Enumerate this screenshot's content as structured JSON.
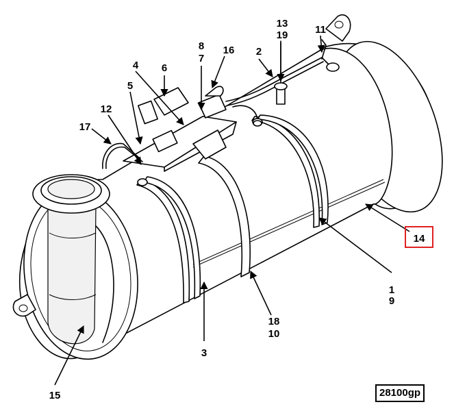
{
  "figure": {
    "reference_code": "28100gp",
    "highlighted_callout": "14",
    "highlight_color": "#e02020",
    "callouts": [
      {
        "id": "c1-9",
        "lines": [
          "1",
          "9"
        ]
      },
      {
        "id": "c2",
        "lines": [
          "2"
        ]
      },
      {
        "id": "c3",
        "lines": [
          "3"
        ]
      },
      {
        "id": "c4",
        "lines": [
          "4"
        ]
      },
      {
        "id": "c5",
        "lines": [
          "5"
        ]
      },
      {
        "id": "c6",
        "lines": [
          "6"
        ]
      },
      {
        "id": "c8-7",
        "lines": [
          "8",
          "7"
        ]
      },
      {
        "id": "c11",
        "lines": [
          "11"
        ]
      },
      {
        "id": "c12",
        "lines": [
          "12"
        ]
      },
      {
        "id": "c13-19",
        "lines": [
          "13",
          "19"
        ]
      },
      {
        "id": "c14",
        "lines": [
          "14"
        ]
      },
      {
        "id": "c15",
        "lines": [
          "15"
        ]
      },
      {
        "id": "c16",
        "lines": [
          "16"
        ]
      },
      {
        "id": "c17",
        "lines": [
          "17"
        ]
      },
      {
        "id": "c18-10",
        "lines": [
          "18",
          "10"
        ]
      }
    ]
  }
}
